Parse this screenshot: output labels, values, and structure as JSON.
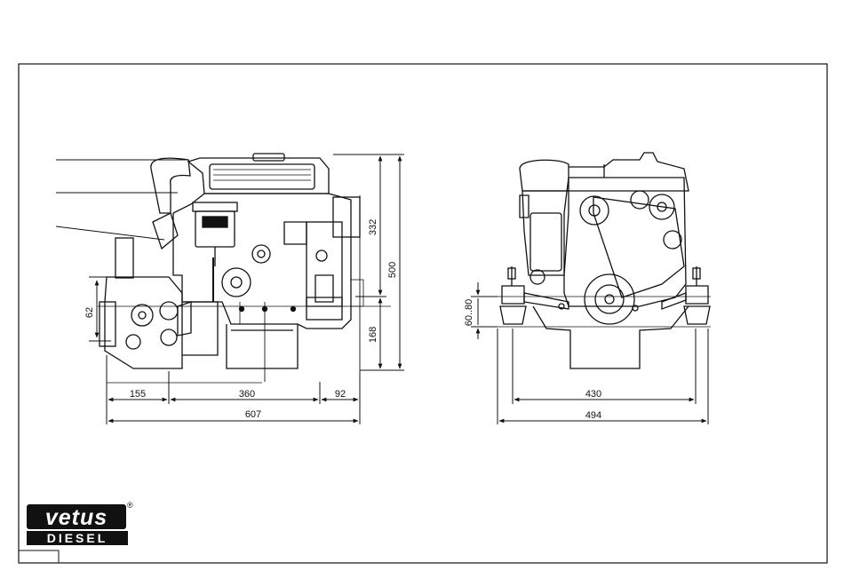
{
  "dimensions": {
    "side": {
      "width_left": "155",
      "width_middle": "360",
      "width_right": "92",
      "width_total": "607",
      "height_upper": "332",
      "height_lower": "168",
      "height_total": "500",
      "mount_height": "62"
    },
    "front": {
      "mount_width": "430",
      "total_width": "494",
      "mount_range": "60..80"
    }
  },
  "logo": {
    "brand": "vetus",
    "sub": "DIESEL",
    "registered": "®"
  },
  "colors": {
    "line": "#111111",
    "paper": "#ffffff"
  }
}
